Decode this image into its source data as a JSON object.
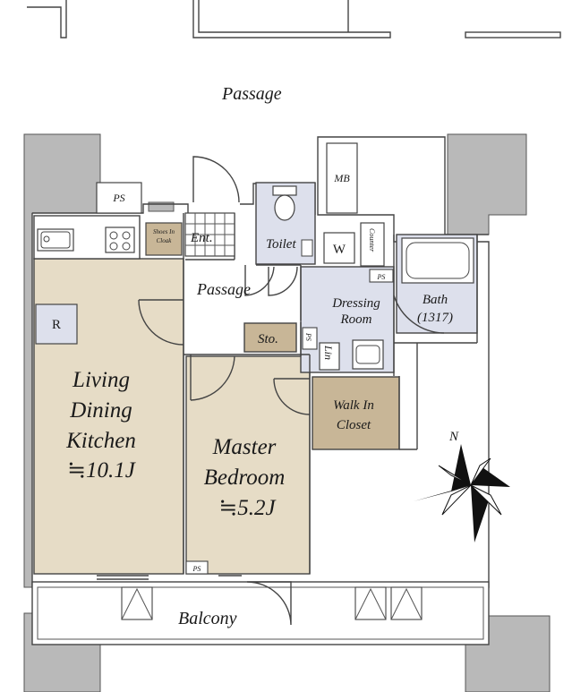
{
  "colors": {
    "floor_wood": "#e6dcc6",
    "floor_tile": "#dde0ec",
    "closet": "#c8b697",
    "wall": "#b9b9b9",
    "outline": "#444444",
    "text": "#1a1a1a"
  },
  "corridor": {
    "label": "Passage"
  },
  "rooms": {
    "ldk": {
      "line1": "Living",
      "line2": "Dining",
      "line3": "Kitchen",
      "area": "≒10.1J"
    },
    "master": {
      "line1": "Master",
      "line2": "Bedroom",
      "area": "≒5.2J"
    },
    "entrance": {
      "label": "Ent."
    },
    "passage": {
      "label": "Passage"
    },
    "storage": {
      "label": "Sto."
    },
    "toilet": {
      "label": "Toilet"
    },
    "dressing": {
      "line1": "Dressing",
      "line2": "Room"
    },
    "bath": {
      "line1": "Bath",
      "line2": "(1317)"
    },
    "walk_in_closet": {
      "line1": "Walk In",
      "line2": "Closet"
    },
    "balcony": {
      "label": "Balcony"
    }
  },
  "fixtures": {
    "ps": "PS",
    "mb": "MB",
    "refrigerator": "R",
    "washer": "W",
    "counter": "Counter",
    "linen": "Lin",
    "shoes_in_cloak": "Shoes In Cloak"
  },
  "compass": {
    "north": "N"
  }
}
